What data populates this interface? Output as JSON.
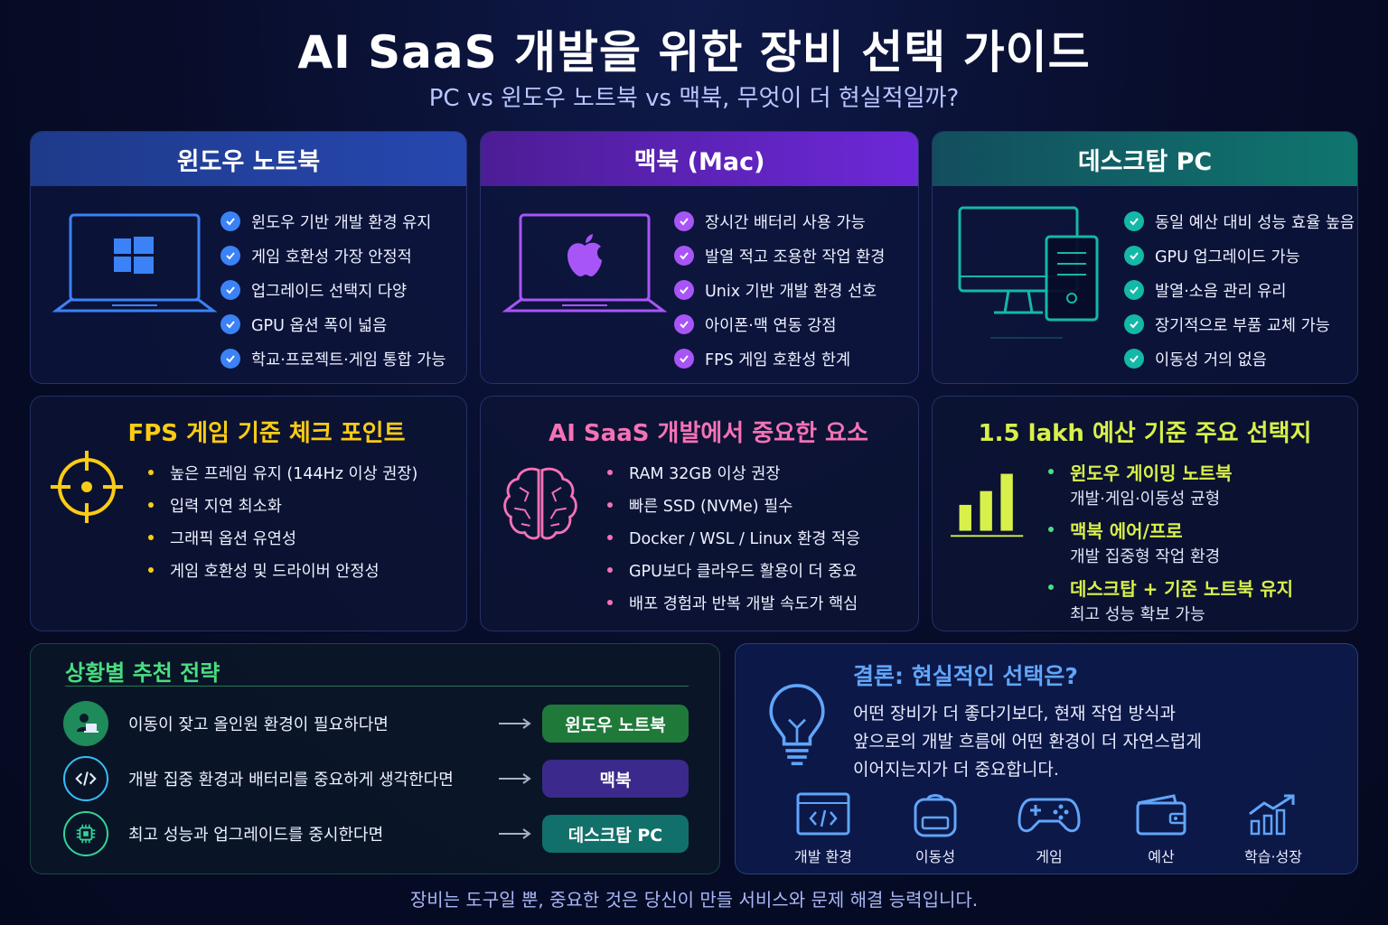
{
  "header": {
    "title": "AI SaaS 개발을 위한 장비 선택 가이드",
    "subtitle": "PC vs 윈도우 노트북 vs 맥북, 무엇이 더 현실적일까?"
  },
  "colors": {
    "windows_accent": "#3b82f6",
    "mac_accent": "#a855f7",
    "desktop_accent": "#14b8a6",
    "fps_accent": "#facc15",
    "saas_accent": "#f472b6",
    "budget_accent": "#d8f04a",
    "strategy_accent": "#4ade80",
    "conclusion_accent": "#60a5fa"
  },
  "windows": {
    "title": "윈도우 노트북",
    "icon": "windows-laptop-icon",
    "items": [
      "윈도우 기반 개발 환경 유지",
      "게임 호환성 가장 안정적",
      "업그레이드 선택지 다양",
      "GPU 옵션 폭이 넓음",
      "학교·프로젝트·게임 통합 가능"
    ]
  },
  "mac": {
    "title": "맥북 (Mac)",
    "icon": "apple-laptop-icon",
    "items": [
      "장시간 배터리 사용 가능",
      "발열 적고 조용한 작업 환경",
      "Unix 기반 개발 환경 선호",
      "아이폰·맥 연동 강점",
      "FPS 게임 호환성 한계"
    ]
  },
  "desktop": {
    "title": "데스크탑 PC",
    "icon": "desktop-pc-icon",
    "items": [
      "동일 예산 대비 성능 효율 높음",
      "GPU 업그레이드 가능",
      "발열·소음 관리 유리",
      "장기적으로 부품 교체 가능",
      "이동성 거의 없음"
    ]
  },
  "fps": {
    "title": "FPS 게임 기준 체크 포인트",
    "icon": "crosshair-icon",
    "items": [
      "높은 프레임 유지 (144Hz 이상 권장)",
      "입력 지연 최소화",
      "그래픽 옵션 유연성",
      "게임 호환성 및 드라이버 안정성"
    ]
  },
  "saas": {
    "title": "AI SaaS 개발에서 중요한 요소",
    "icon": "brain-icon",
    "items": [
      "RAM 32GB 이상 권장",
      "빠른 SSD (NVMe) 필수",
      "Docker / WSL / Linux 환경 적응",
      "GPU보다 클라우드 활용이 더 중요",
      "배포 경험과 반복 개발 속도가 핵심"
    ]
  },
  "budget": {
    "title": "1.5 lakh 예산 기준 주요 선택지",
    "icon": "bar-chart-icon",
    "options": [
      {
        "name": "윈도우 게이밍 노트북",
        "desc": "개발·게임·이동성 균형"
      },
      {
        "name": "맥북 에어/프로",
        "desc": "개발 집중형 작업 환경"
      },
      {
        "name": "데스크탑 + 기준 노트북 유지",
        "desc": "최고 성능 확보 가능"
      }
    ]
  },
  "strategy": {
    "title": "상황별 추천 전략",
    "rows": [
      {
        "icon": "person-laptop-icon",
        "text": "이동이 잦고 올인원 환경이 필요하다면",
        "pick": "윈도우 노트북",
        "pill_color": "#1f7a3a"
      },
      {
        "icon": "code-icon",
        "text": "개발 집중 환경과 배터리를 중요하게 생각한다면",
        "pick": "맥북",
        "pill_color": "#3b2a8c"
      },
      {
        "icon": "chip-icon",
        "text": "최고 성능과 업그레이드를 중시한다면",
        "pick": "데스크탑 PC",
        "pill_color": "#12706a"
      }
    ]
  },
  "conclusion": {
    "title": "결론: 현실적인 선택은?",
    "icon": "lightbulb-icon",
    "lines": [
      "어떤 장비가 더 좋다기보다, 현재 작업 방식과",
      "앞으로의 개발 흐름에 어떤 환경이 더 자연스럽게",
      "이어지는지가 더 중요합니다."
    ],
    "icons": [
      {
        "icon": "dev-window-icon",
        "label": "개발 환경"
      },
      {
        "icon": "backpack-icon",
        "label": "이동성"
      },
      {
        "icon": "gamepad-icon",
        "label": "게임"
      },
      {
        "icon": "wallet-icon",
        "label": "예산"
      },
      {
        "icon": "growth-icon",
        "label": "학습·성장"
      }
    ]
  },
  "footer": "장비는 도구일 뿐, 중요한 것은 당신이 만들 서비스와 문제 해결 능력입니다."
}
